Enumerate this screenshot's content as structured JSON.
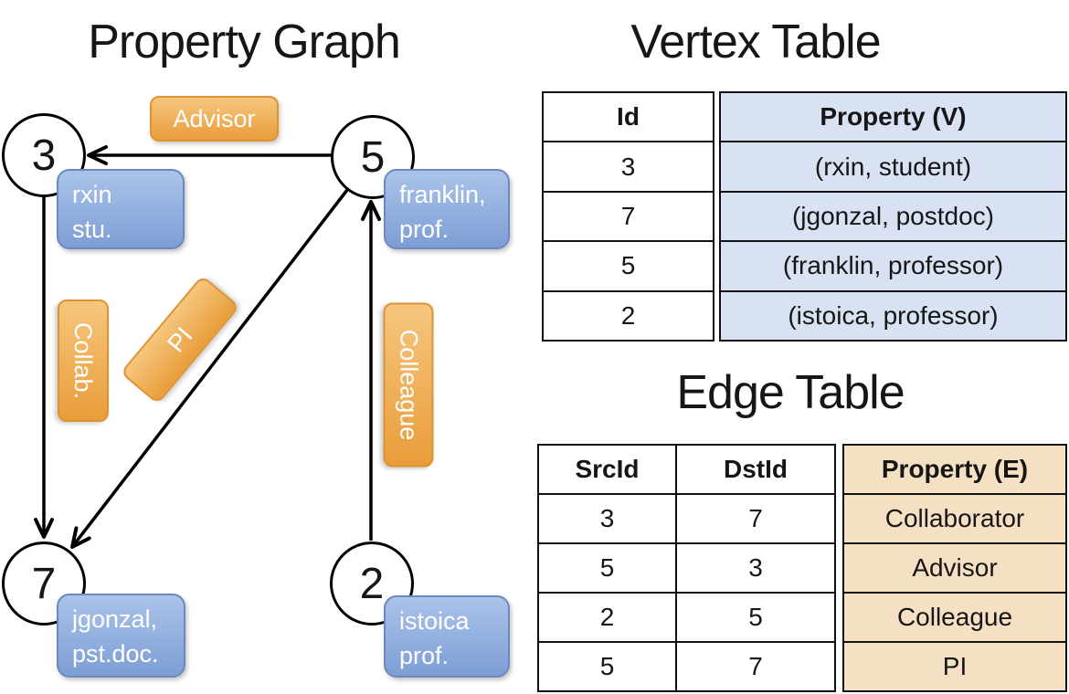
{
  "titles": {
    "graph": "Property Graph",
    "vertex_table": "Vertex Table",
    "edge_table": "Edge Table"
  },
  "graph": {
    "nodes": [
      {
        "id": "3",
        "label_lines": [
          "rxin",
          "stu."
        ]
      },
      {
        "id": "5",
        "label_lines": [
          "franklin,",
          "prof."
        ]
      },
      {
        "id": "7",
        "label_lines": [
          "jgonzal,",
          "pst.doc."
        ]
      },
      {
        "id": "2",
        "label_lines": [
          "istoica",
          "prof."
        ]
      }
    ],
    "edge_labels": [
      "Advisor",
      "Collab.",
      "PI",
      "Colleague"
    ]
  },
  "vertex_table": {
    "headers": [
      "Id",
      "Property (V)"
    ],
    "rows": [
      [
        "3",
        "(rxin, student)"
      ],
      [
        "7",
        "(jgonzal, postdoc)"
      ],
      [
        "5",
        "(franklin, professor)"
      ],
      [
        "2",
        "(istoica, professor)"
      ]
    ]
  },
  "edge_table": {
    "headers": [
      "SrcId",
      "DstId",
      "Property (E)"
    ],
    "rows": [
      [
        "3",
        "7",
        "Collaborator"
      ],
      [
        "5",
        "3",
        "Advisor"
      ],
      [
        "2",
        "5",
        "Colleague"
      ],
      [
        "5",
        "7",
        "PI"
      ]
    ]
  },
  "colors": {
    "vertex_property_fill": "#d9e2f3",
    "edge_property_fill": "#f6e0c4",
    "vertex_box_blue": "#7d9ed5",
    "edge_label_orange": "#ec9f3e",
    "line_color": "#000000"
  }
}
